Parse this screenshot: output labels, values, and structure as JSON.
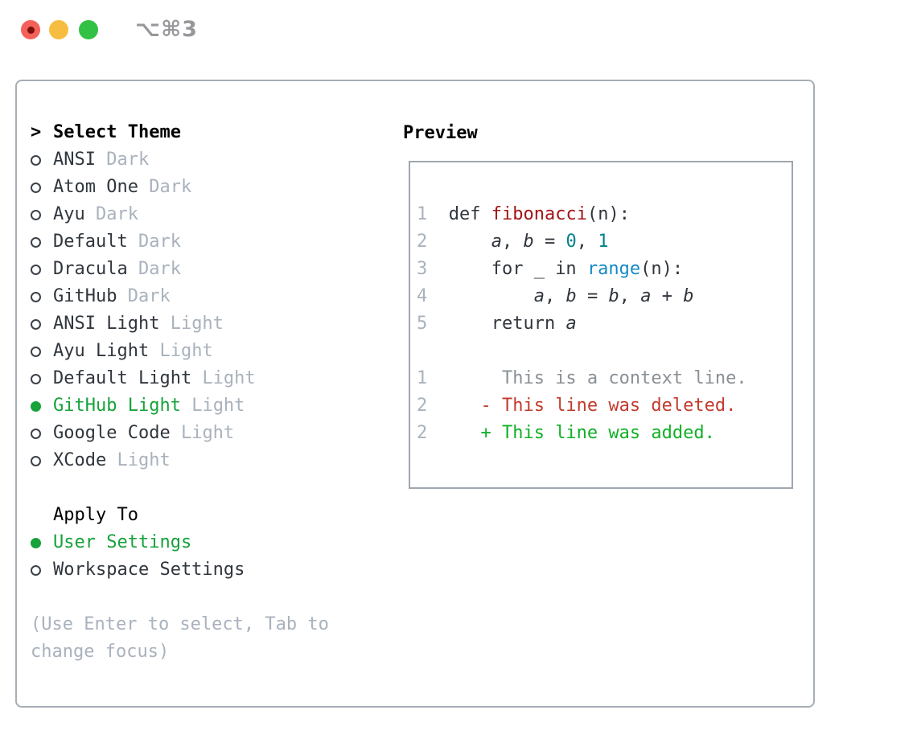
{
  "titlebar": {
    "shortcut": "⌥⌘3"
  },
  "colors": {
    "accent_green": "#17a23b",
    "diff_deleted_red": "#c23b2d",
    "diff_added_green": "#11b025",
    "function_red": "#a31518",
    "number_teal": "#00818c",
    "builtin_blue": "#1789c6",
    "muted_gray": "#a9b2bd",
    "traffic_red": "#f4605a",
    "traffic_yellow": "#f7bd40",
    "traffic_green": "#32c144"
  },
  "theme_list": {
    "cursor": ">",
    "title": "Select Theme",
    "items": [
      {
        "label": "ANSI",
        "tag": "Dark",
        "selected": false
      },
      {
        "label": "Atom One",
        "tag": "Dark",
        "selected": false
      },
      {
        "label": "Ayu",
        "tag": "Dark",
        "selected": false
      },
      {
        "label": "Default",
        "tag": "Dark",
        "selected": false
      },
      {
        "label": "Dracula",
        "tag": "Dark",
        "selected": false
      },
      {
        "label": "GitHub",
        "tag": "Dark",
        "selected": false
      },
      {
        "label": "ANSI Light",
        "tag": "Light",
        "selected": false
      },
      {
        "label": "Ayu Light",
        "tag": "Light",
        "selected": false
      },
      {
        "label": "Default Light",
        "tag": "Light",
        "selected": false
      },
      {
        "label": "GitHub Light",
        "tag": "Light",
        "selected": true
      },
      {
        "label": "Google Code",
        "tag": "Light",
        "selected": false
      },
      {
        "label": "XCode",
        "tag": "Light",
        "selected": false
      }
    ]
  },
  "apply_to": {
    "title": "Apply To",
    "items": [
      {
        "label": "User Settings",
        "selected": true
      },
      {
        "label": "Workspace Settings",
        "selected": false
      }
    ]
  },
  "hint": {
    "text": "(Use Enter to select, Tab to change focus)"
  },
  "preview": {
    "title": "Preview",
    "code_lines": [
      [
        [
          "ln",
          "1"
        ],
        [
          "pl",
          "  def "
        ],
        [
          "fn",
          "fibonacci"
        ],
        [
          "pl",
          "(n):"
        ]
      ],
      [
        [
          "ln",
          "2"
        ],
        [
          "pl",
          "      "
        ],
        [
          "var",
          "a"
        ],
        [
          "pl",
          ", "
        ],
        [
          "var",
          "b"
        ],
        [
          "pl",
          " = "
        ],
        [
          "num",
          "0"
        ],
        [
          "pl",
          ", "
        ],
        [
          "num",
          "1"
        ]
      ],
      [
        [
          "ln",
          "3"
        ],
        [
          "pl",
          "      for _ in "
        ],
        [
          "bi",
          "range"
        ],
        [
          "pl",
          "(n):"
        ]
      ],
      [
        [
          "ln",
          "4"
        ],
        [
          "pl",
          "          "
        ],
        [
          "var",
          "a"
        ],
        [
          "pl",
          ", "
        ],
        [
          "var",
          "b"
        ],
        [
          "pl",
          " = "
        ],
        [
          "var",
          "b"
        ],
        [
          "pl",
          ", "
        ],
        [
          "var",
          "a"
        ],
        [
          "pl",
          " + "
        ],
        [
          "var",
          "b"
        ]
      ],
      [
        [
          "ln",
          "5"
        ],
        [
          "pl",
          "      return "
        ],
        [
          "var",
          "a"
        ]
      ],
      [],
      [
        [
          "ln",
          "1"
        ],
        [
          "ctx",
          "       This is a context line."
        ]
      ],
      [
        [
          "ln",
          "2"
        ],
        [
          "del",
          "     - This line was deleted."
        ]
      ],
      [
        [
          "ln",
          "2"
        ],
        [
          "add",
          "     + This line was added."
        ]
      ]
    ]
  }
}
